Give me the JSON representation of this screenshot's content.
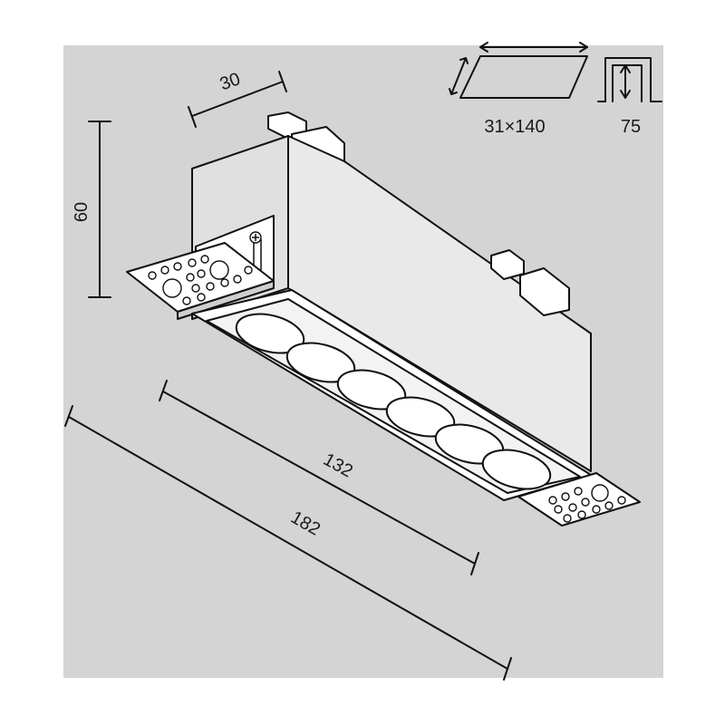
{
  "colors": {
    "page": "#ffffff",
    "panel": "#d4d4d4",
    "line": "#111111",
    "face": "#e9e9e9"
  },
  "dimensions": {
    "width_top": "30",
    "height": "60",
    "inner_length": "132",
    "total_length": "182",
    "cutout": "31×140",
    "cut_depth": "75"
  }
}
